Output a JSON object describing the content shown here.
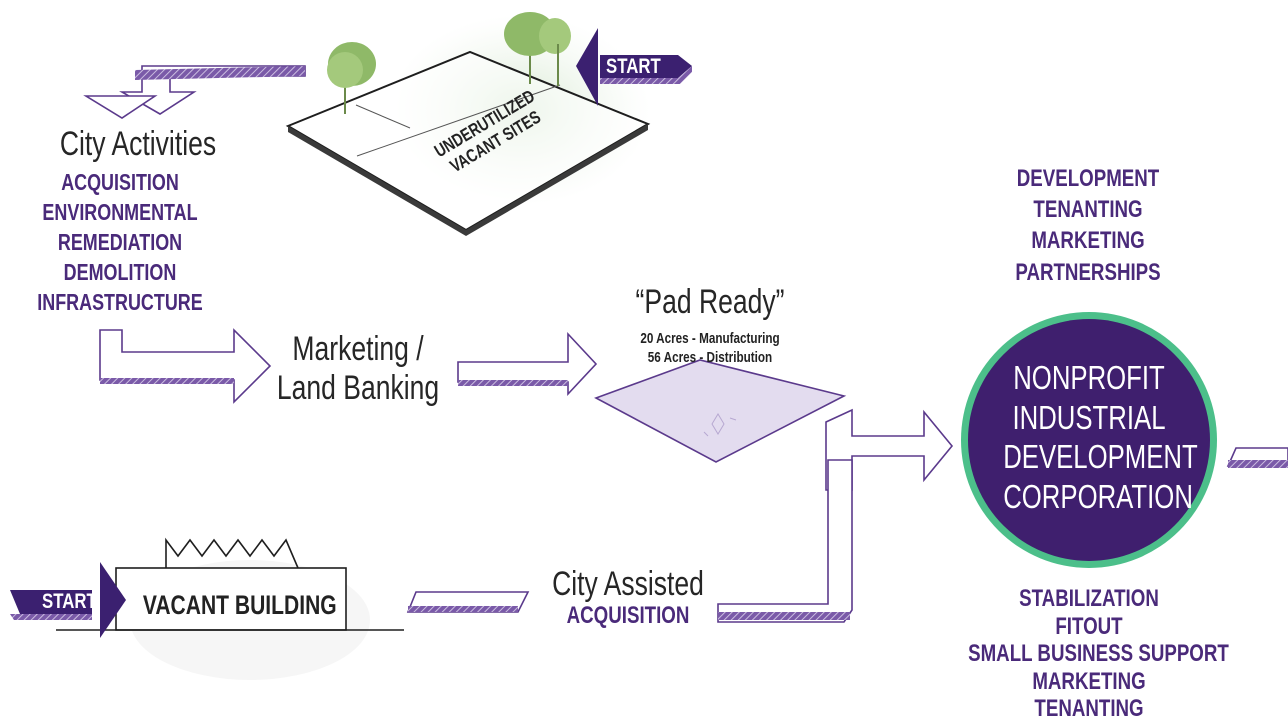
{
  "start_top": "START",
  "start_bottom": "START",
  "vacant_sites": {
    "line1": "UNDERUTILIZED",
    "line2": "VACANT SITES"
  },
  "city_activities": {
    "title": "City Activities",
    "items": [
      "ACQUISITION",
      "ENVIRONMENTAL",
      "REMEDIATION",
      "DEMOLITION",
      "INFRASTRUCTURE"
    ]
  },
  "marketing": {
    "line1": "Marketing /",
    "line2": "Land Banking"
  },
  "pad_ready": {
    "title": "“Pad Ready”",
    "line1": "20 Acres - Manufacturing",
    "line2": "56 Acres - Distribution"
  },
  "vacant_building": "VACANT BUILDING",
  "city_assisted": {
    "title": "City Assisted",
    "subtitle": "ACQUISITION"
  },
  "nonprofit": {
    "lines": [
      "NONPROFIT",
      "INDUSTRIAL",
      "DEVELOPMENT",
      "CORPORATION"
    ],
    "top_items": [
      "DEVELOPMENT",
      "TENANTING",
      "MARKETING",
      "PARTNERSHIPS"
    ],
    "bottom_items": [
      "STABILIZATION",
      "FITOUT",
      "SMALL BUSINESS SUPPORT",
      "MARKETING",
      "TENANTING"
    ]
  },
  "colors": {
    "purple": "#4a2a7a",
    "green_ring": "#4cbf8a",
    "arrow_outline": "#5b3a8c",
    "pad_fill": "#e3dcef"
  }
}
